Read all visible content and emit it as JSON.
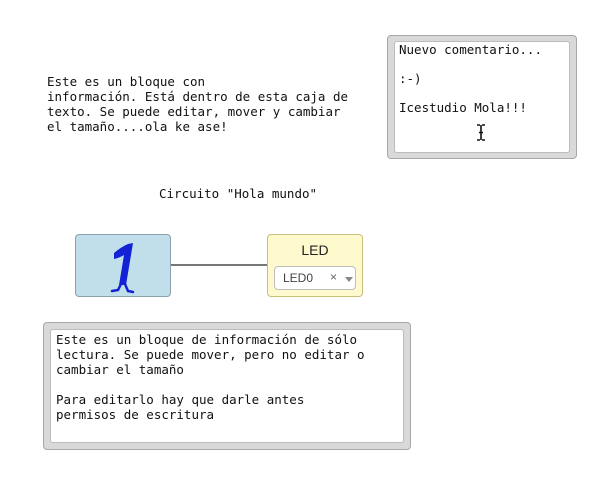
{
  "info_note": {
    "text": "Este es un bloque con\ninformación. Está dentro de esta caja de\ntexto. Se puede editar, mover y cambiar\nel tamaño....ola ke ase!"
  },
  "comment_box": {
    "text": "Nuevo comentario...\n\n:-)\n\nIcestudio Mola!!!"
  },
  "circuit": {
    "title": "Circuito \"Hola mundo\""
  },
  "const_block": {
    "icon": "constant-one-icon",
    "color": "#c1dfeb"
  },
  "led_block": {
    "title": "LED",
    "selected_pin": "LED0",
    "clear_symbol": "×",
    "color": "#fffacd"
  },
  "readonly_box": {
    "text": "Este es un bloque de información de sólo\nlectura. Se puede mover, pero no editar o\ncambiar el tamaño\n\nPara editarlo hay que darle antes\npermisos de escritura"
  }
}
